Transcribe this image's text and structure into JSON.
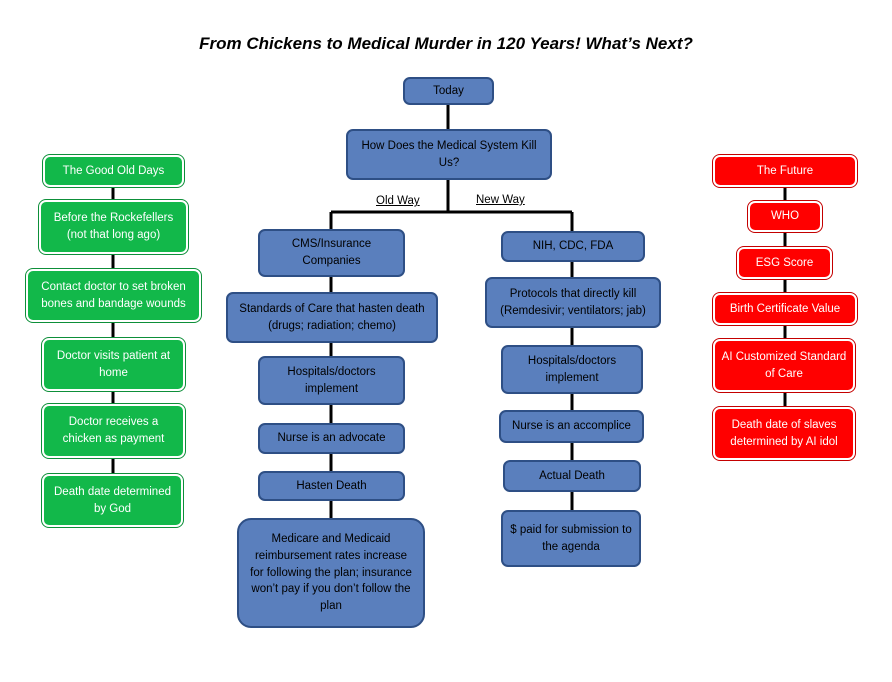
{
  "title": "From Chickens to Medical Murder in 120 Years! What’s Next?",
  "colors": {
    "blue_box": "#5a7fbd",
    "green_box": "#12b84a",
    "red_box": "#ff0000",
    "connector": "#000000"
  },
  "center": {
    "today": "Today",
    "question": "How Does the Medical System Kill Us?",
    "old_way_label": "Old Way",
    "new_way_label": "New Way",
    "old_way": [
      "CMS/Insurance Companies",
      "Standards of Care that hasten death (drugs; radiation; chemo)",
      "Hospitals/doctors implement",
      "Nurse is an advocate",
      "Hasten Death",
      "Medicare and Medicaid reimbursement rates increase for following the plan; insurance won’t pay if you don’t follow the plan"
    ],
    "new_way": [
      "NIH, CDC, FDA",
      "Protocols that directly kill (Remdesivir; ventilators; jab)",
      "Hospitals/doctors implement",
      "Nurse is an accomplice",
      "Actual Death",
      "$ paid for submission to the agenda"
    ]
  },
  "left": {
    "items": [
      "The Good Old Days",
      "Before the Rockefellers (not that long ago)",
      "Contact doctor to set broken bones and bandage wounds",
      "Doctor visits patient at home",
      "Doctor receives a chicken as payment",
      "Death date determined by God"
    ]
  },
  "right": {
    "items": [
      "The Future",
      "WHO",
      "ESG Score",
      "Birth Certificate Value",
      "AI Customized Standard of Care",
      "Death date of slaves determined by AI idol"
    ]
  }
}
